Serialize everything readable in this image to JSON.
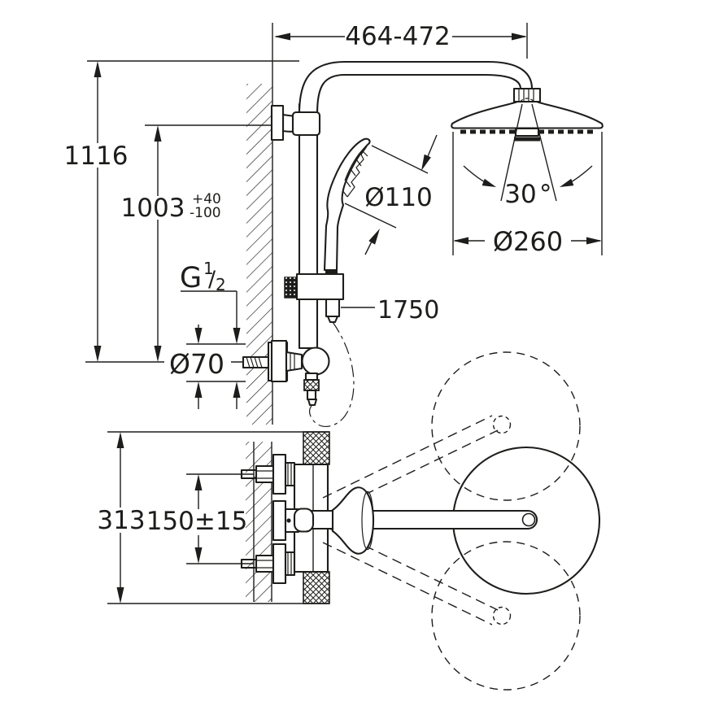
{
  "drawing": {
    "title": "shower-system-dimensional-diagram",
    "background_color": "#ffffff",
    "line_color": "#1d1d1b",
    "dimensions": {
      "top_width": "464-472",
      "total_height": "1116",
      "handshower_height": "1003",
      "handshower_height_tol_plus": "+40",
      "handshower_height_tol_minus": "-100",
      "thread_letter": "G",
      "thread_numerator": "1",
      "thread_slash": "/",
      "thread_denominator": "2",
      "escutcheon_diameter": "Ø70",
      "handshower_diameter": "Ø110",
      "hose_length": "1750",
      "spray_angle": "30",
      "spray_angle_unit": "°",
      "headshower_diameter": "Ø260",
      "valve_overall_height": "313",
      "supply_spacing": "150±15"
    }
  }
}
